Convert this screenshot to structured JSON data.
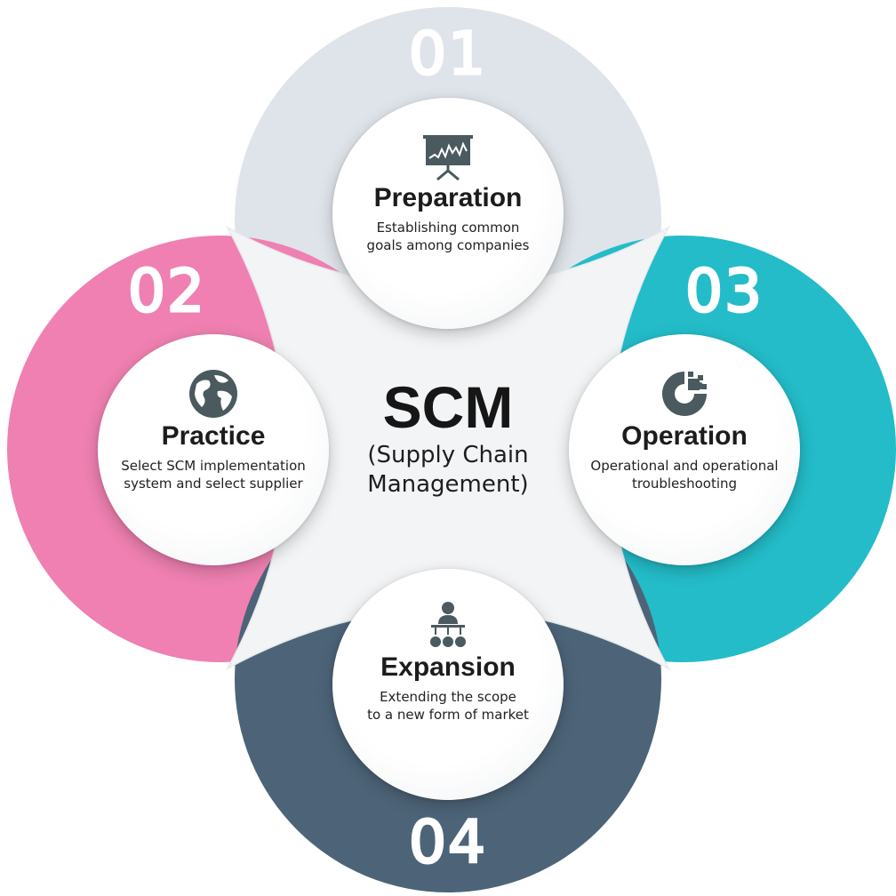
{
  "center": {
    "title": "SCM",
    "subtitle_line1": "(Supply Chain",
    "subtitle_line2": "Management)"
  },
  "steps": [
    {
      "number": "01",
      "title": "Preparation",
      "desc_line1": "Establishing common",
      "desc_line2": "goals among companies",
      "icon": "presentation-chart-icon",
      "color": "#dfe4ea"
    },
    {
      "number": "02",
      "title": "Practice",
      "desc_line1": "Select SCM implementation",
      "desc_line2": "system and select supplier",
      "icon": "globe-icon",
      "color": "#ef80b1"
    },
    {
      "number": "03",
      "title": "Operation",
      "desc_line1": "Operational and operational",
      "desc_line2": "troubleshooting",
      "icon": "puzzle-gear-icon",
      "color": "#23bcc8"
    },
    {
      "number": "04",
      "title": "Expansion",
      "desc_line1": "Extending the scope",
      "desc_line2": "to a new form of market",
      "icon": "organization-icon",
      "color": "#4d6478"
    }
  ],
  "colors": {
    "center_fill": "#f3f4f6",
    "icon": "#4a5a5e",
    "text": "#1c1c1c"
  }
}
